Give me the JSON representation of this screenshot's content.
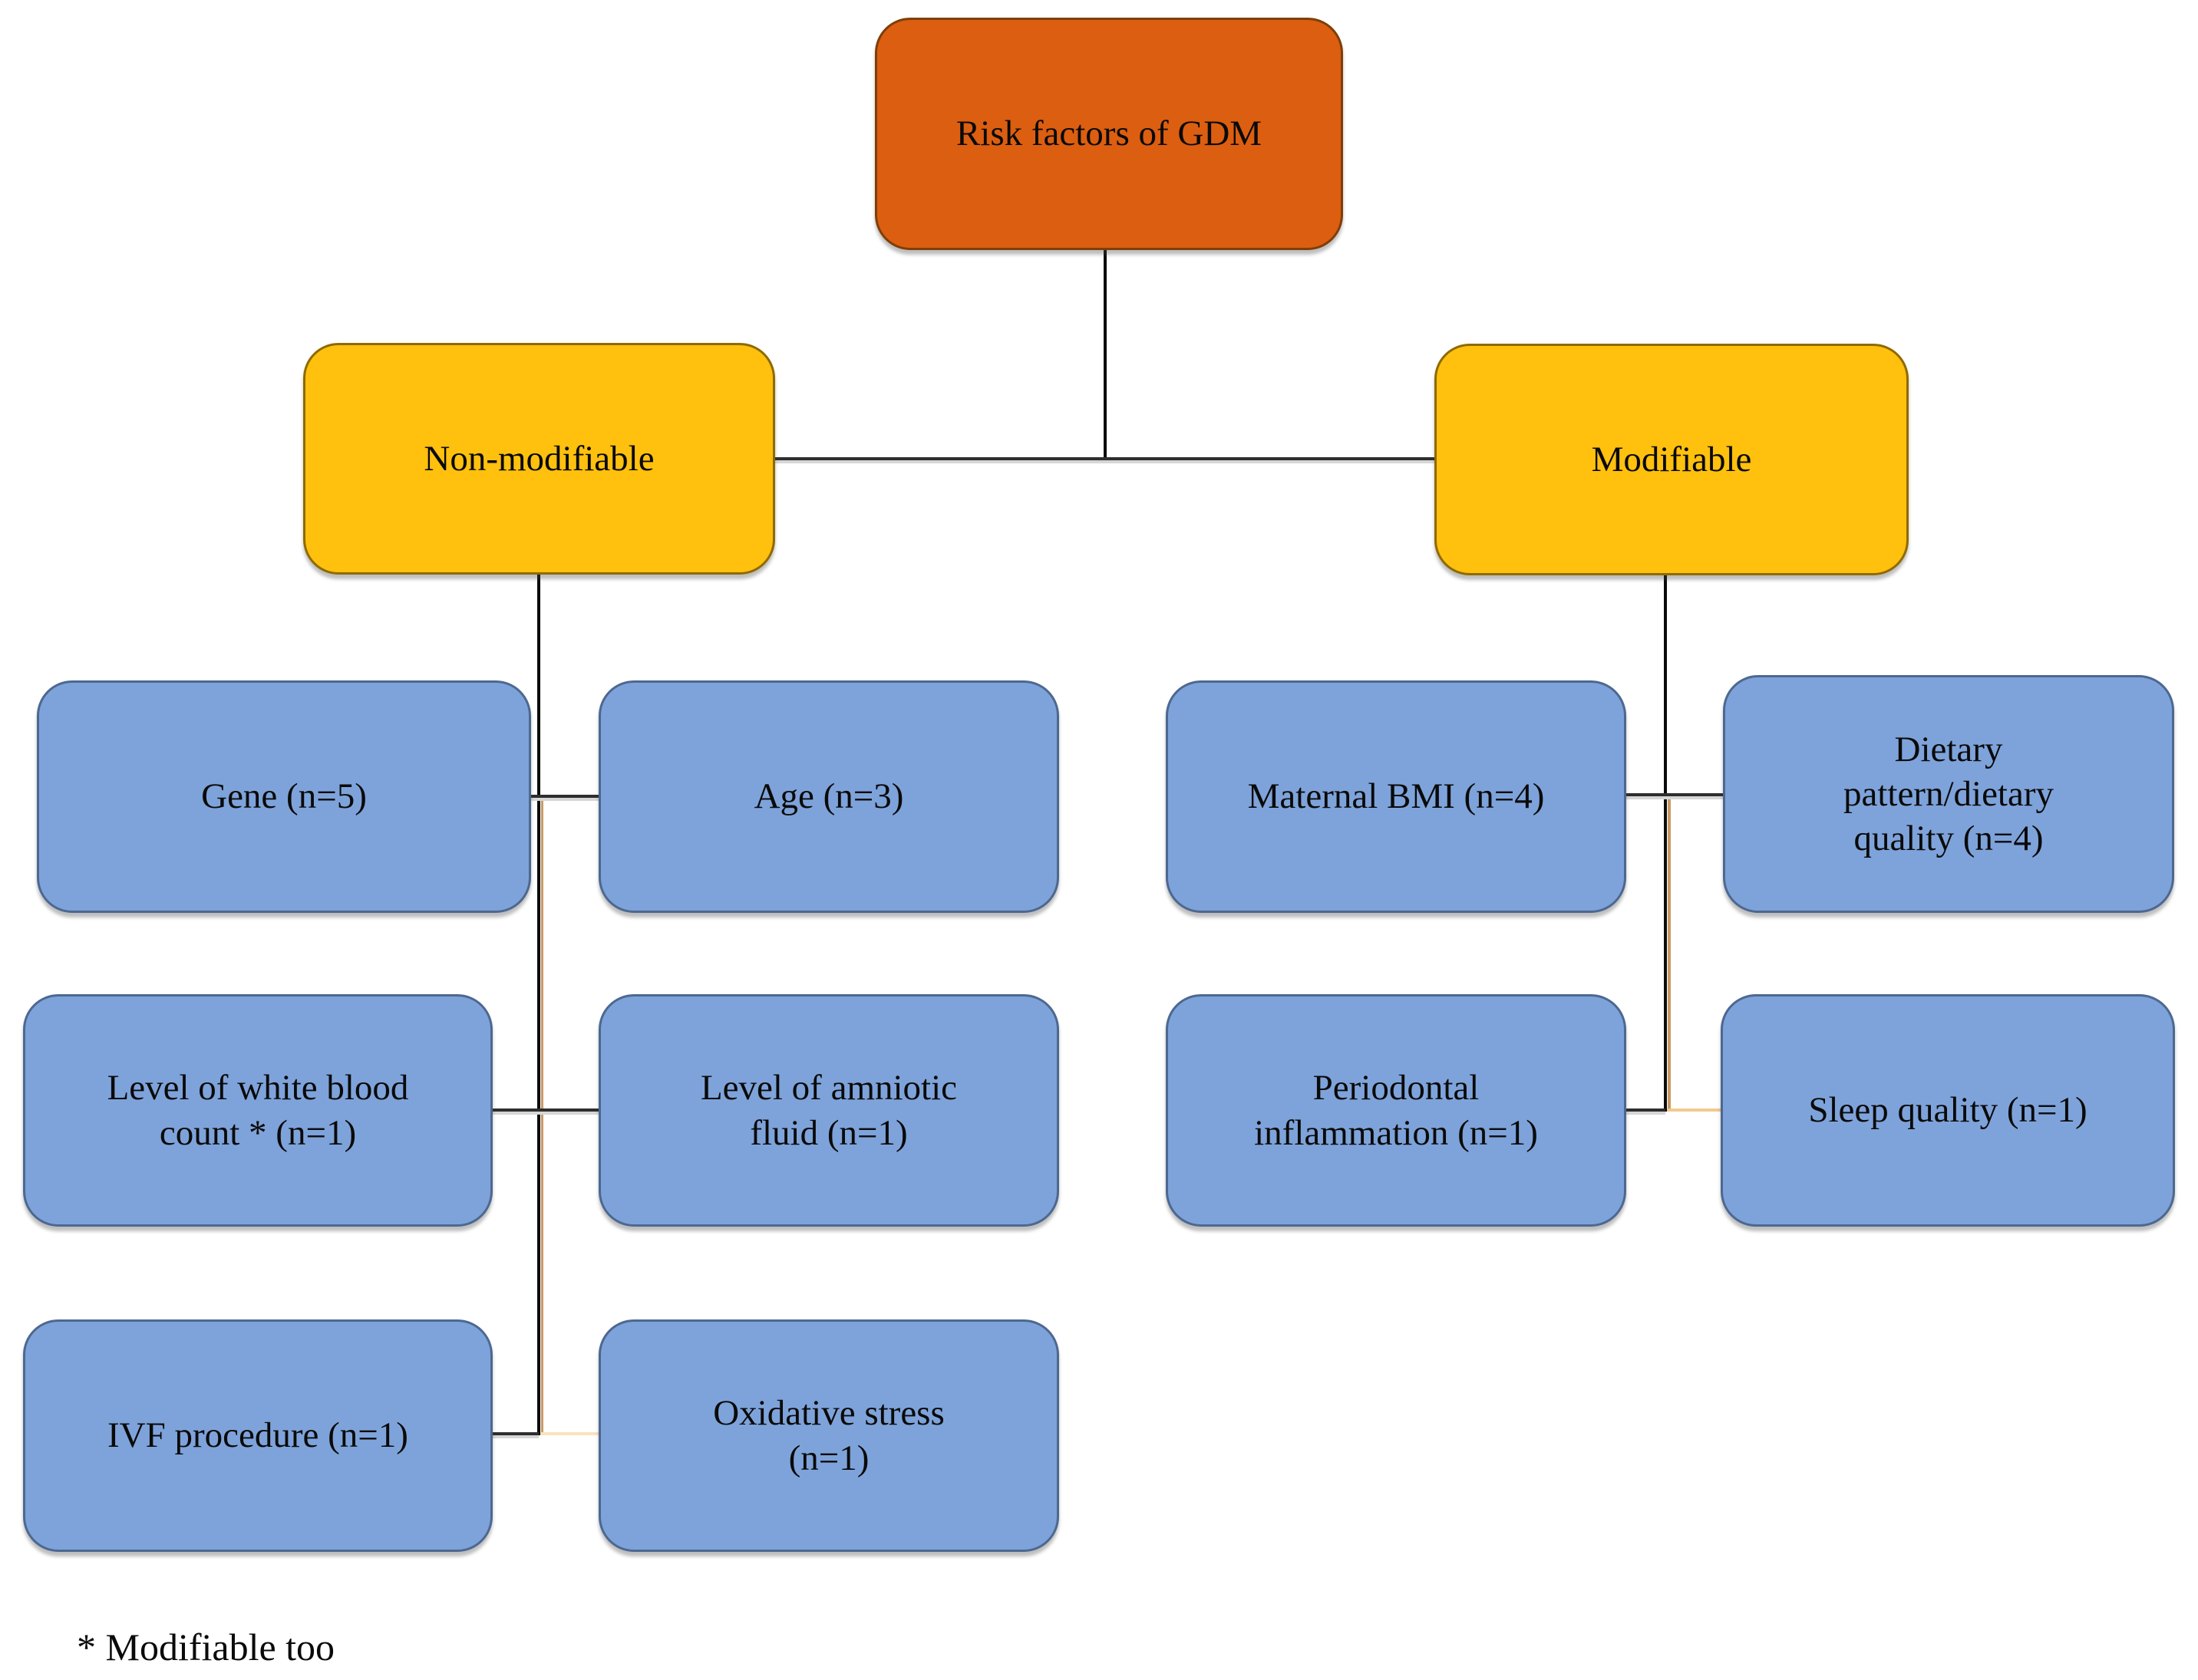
{
  "figure": {
    "root": {
      "label": "Risk factors of GDM"
    },
    "branches": [
      {
        "label": "Non-modifiable",
        "children": [
          {
            "label": "Gene (n=5)"
          },
          {
            "label": "Age (n=3)"
          },
          {
            "label": "Level of white blood\ncount * (n=1)"
          },
          {
            "label": "Level of amniotic\nfluid (n=1)"
          },
          {
            "label": "IVF procedure (n=1)"
          },
          {
            "label": "Oxidative stress\n(n=1)"
          }
        ]
      },
      {
        "label": "Modifiable",
        "children": [
          {
            "label": "Maternal BMI (n=4)"
          },
          {
            "label": "Dietary\npattern/dietary\nquality (n=4)"
          },
          {
            "label": "Periodontal\ninflammation (n=1)"
          },
          {
            "label": "Sleep quality (n=1)"
          }
        ]
      }
    ],
    "footnote": "* Modifiable too"
  },
  "colors": {
    "root-fill": "#DC5E10",
    "root-border": "#7F3E08",
    "branch-fill": "#FFC00E",
    "branch-border": "#8F6A00",
    "leaf-fill": "#7EA3DA",
    "leaf-border": "#4D6890",
    "line-dark": "#2E2E2E",
    "line-black": "#0B0B0B",
    "line-tan": "#C99A62",
    "line-tan-light": "#F2C98F",
    "line-peach": "#FAE2BE",
    "text": "#0A0A0A"
  }
}
